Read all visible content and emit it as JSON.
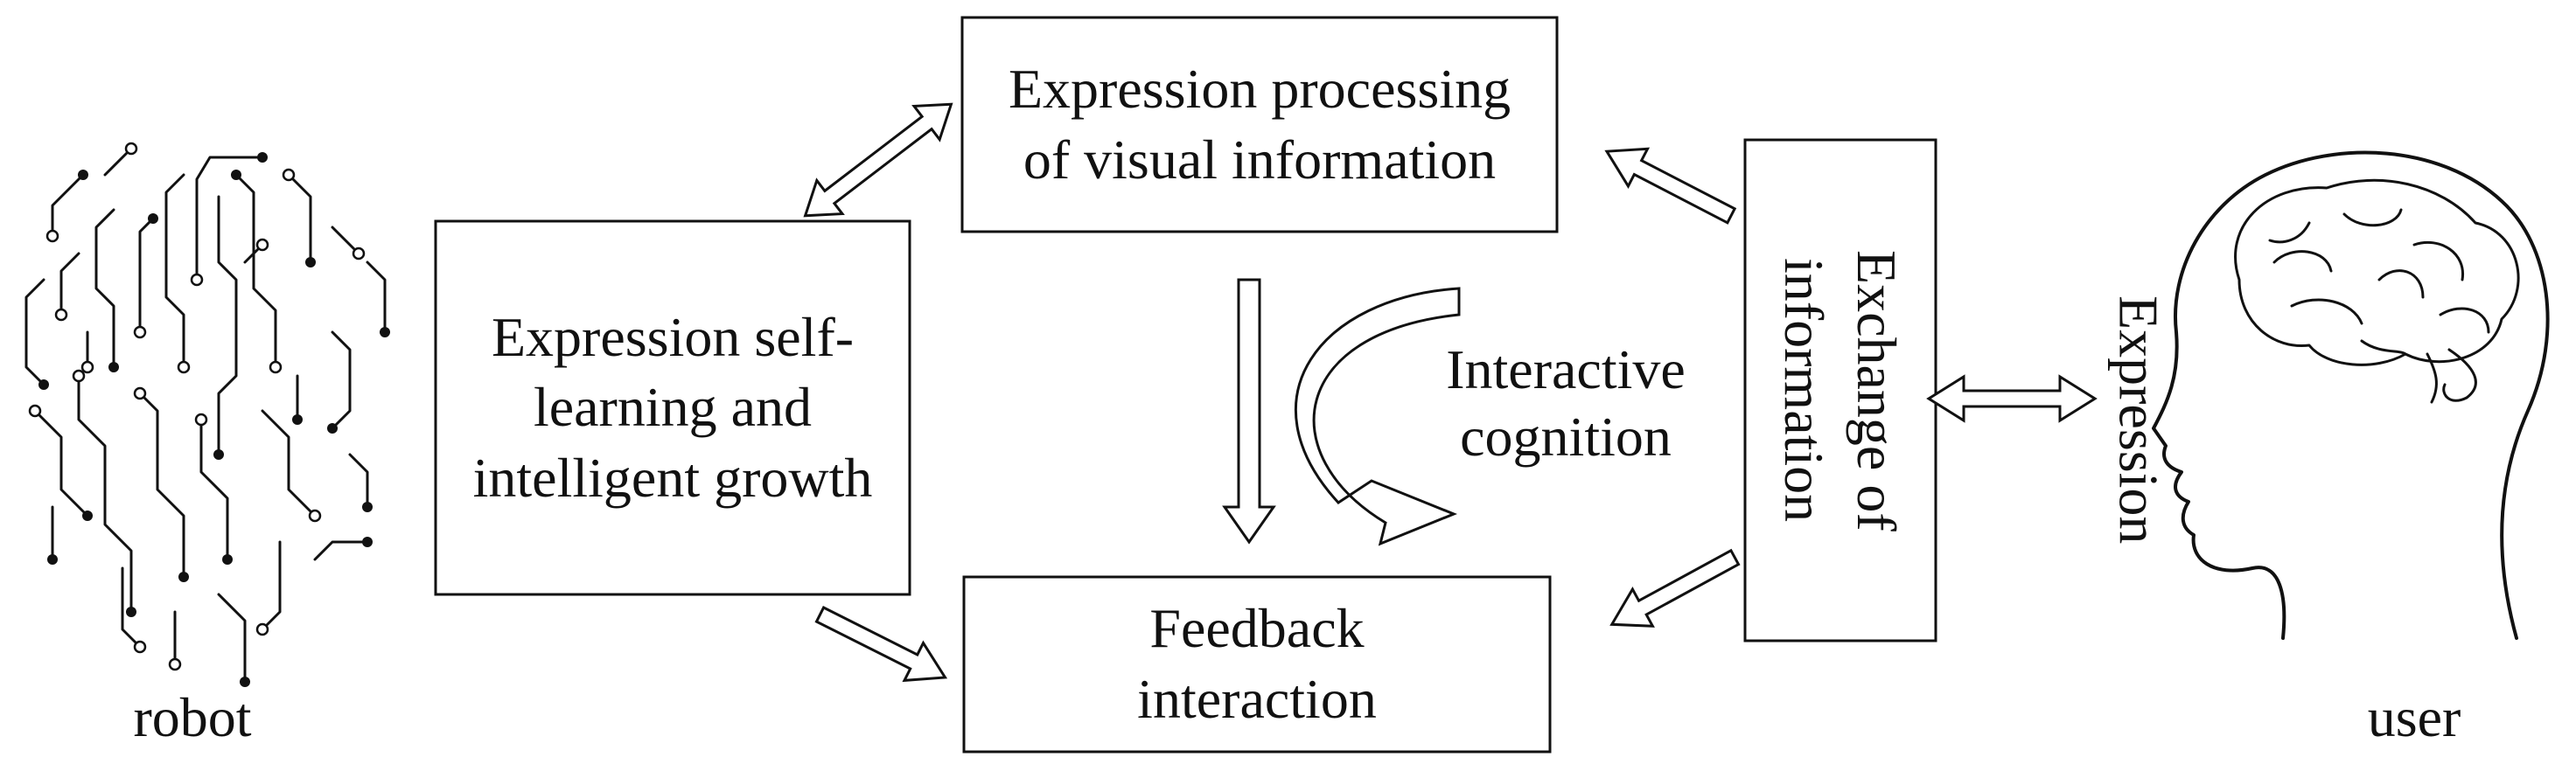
{
  "nodes": {
    "visual_processing": {
      "lines": [
        "Expression processing",
        "of visual information"
      ]
    },
    "self_learning": {
      "lines": [
        "Expression self-",
        "learning and",
        "intelligent growth"
      ]
    },
    "feedback": {
      "lines": [
        "Feedback",
        "interaction"
      ]
    },
    "exchange": {
      "lines": [
        "Exchange of",
        "information"
      ]
    }
  },
  "labels": {
    "interactive_cognition": [
      "Interactive",
      "cognition"
    ],
    "expression": "Expression",
    "robot": "robot",
    "user": "user"
  },
  "icons": {
    "robot": "circuit-head-icon",
    "user": "human-head-brain-icon"
  }
}
